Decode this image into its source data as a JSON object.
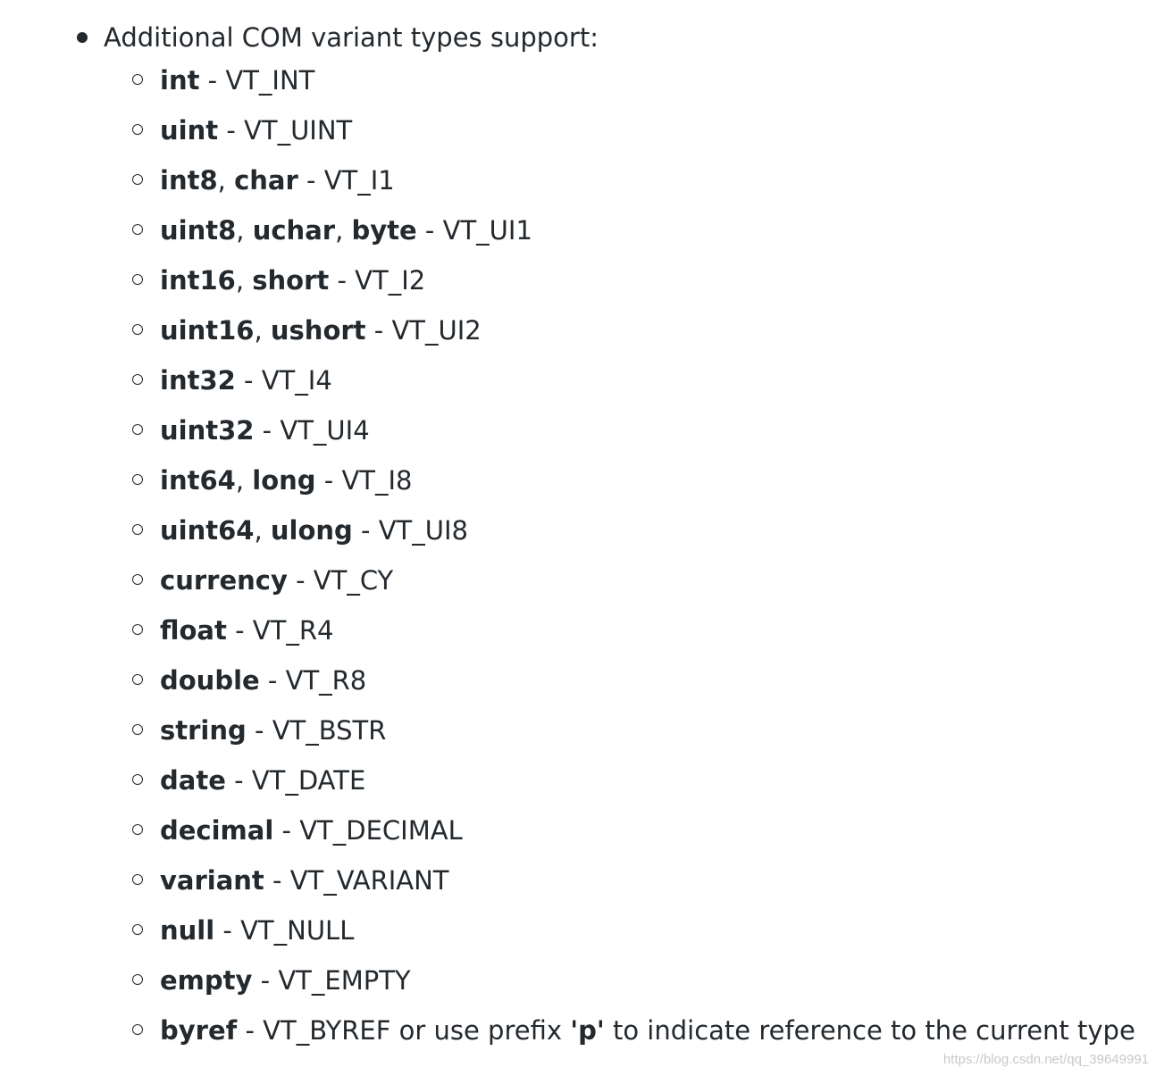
{
  "heading": "Additional COM variant types support:",
  "items": [
    {
      "names": [
        "int"
      ],
      "desc": "VT_INT"
    },
    {
      "names": [
        "uint"
      ],
      "desc": "VT_UINT"
    },
    {
      "names": [
        "int8",
        "char"
      ],
      "desc": "VT_I1"
    },
    {
      "names": [
        "uint8",
        "uchar",
        "byte"
      ],
      "desc": "VT_UI1"
    },
    {
      "names": [
        "int16",
        "short"
      ],
      "desc": "VT_I2"
    },
    {
      "names": [
        "uint16",
        "ushort"
      ],
      "desc": "VT_UI2"
    },
    {
      "names": [
        "int32"
      ],
      "desc": "VT_I4"
    },
    {
      "names": [
        "uint32"
      ],
      "desc": "VT_UI4"
    },
    {
      "names": [
        "int64",
        "long"
      ],
      "desc": "VT_I8"
    },
    {
      "names": [
        "uint64",
        "ulong"
      ],
      "desc": "VT_UI8"
    },
    {
      "names": [
        "currency"
      ],
      "desc": "VT_CY"
    },
    {
      "names": [
        "float"
      ],
      "desc": "VT_R4"
    },
    {
      "names": [
        "double"
      ],
      "desc": "VT_R8"
    },
    {
      "names": [
        "string"
      ],
      "desc": "VT_BSTR"
    },
    {
      "names": [
        "date"
      ],
      "desc": "VT_DATE"
    },
    {
      "names": [
        "decimal"
      ],
      "desc": "VT_DECIMAL"
    },
    {
      "names": [
        "variant"
      ],
      "desc": "VT_VARIANT"
    },
    {
      "names": [
        "null"
      ],
      "desc": "VT_NULL"
    },
    {
      "names": [
        "empty"
      ],
      "desc": "VT_EMPTY"
    }
  ],
  "byref": {
    "name": "byref",
    "desc_before": "VT_BYREF or use prefix ",
    "prefix": "'p'",
    "desc_after": " to indicate reference to the current type"
  },
  "watermark": "https://blog.csdn.net/qq_39649991"
}
